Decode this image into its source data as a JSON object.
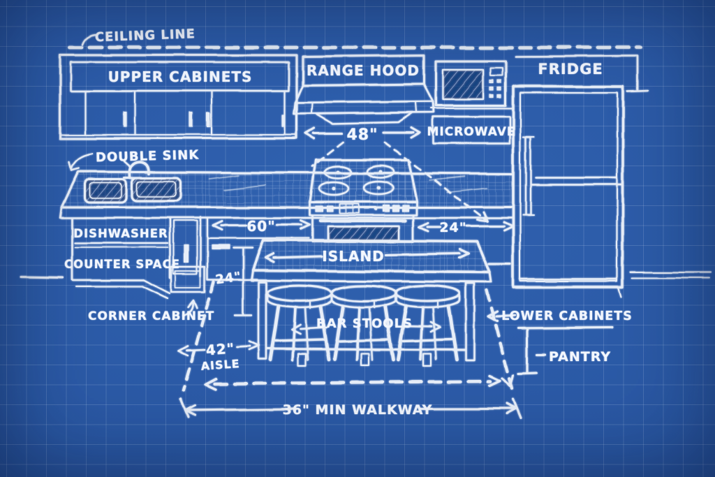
{
  "diagram": {
    "type": "kitchen-blueprint",
    "colors": {
      "paper_blue": "#2a58a4",
      "ink_white": "#eef3fb"
    },
    "labels": {
      "ceiling_line": "CEILING LINE",
      "upper_cabinets": "UPPER CABINETS",
      "range_hood": "RANGE HOOD",
      "microwave": "MICROWAVE",
      "fridge": "FRIDGE",
      "double_sink": "DOUBLE SINK",
      "dishwasher": "DISHWASHER",
      "counter_space": "COUNTER SPACE",
      "corner_cabinet": "CORNER CABINET",
      "island": "ISLAND",
      "bar_stools": "BAR STOOLS",
      "lower_cabinets": "LOWER CABINETS",
      "pantry": "PANTRY",
      "aisle": "AISLE"
    },
    "dimensions": {
      "range_hood_width": "48\"",
      "counter_left_run": "60\"",
      "stove_to_fridge": "24\"",
      "island_clearance": "24\"",
      "aisle_width": "42\"",
      "min_walkway": "36\" MIN WALKWAY"
    }
  }
}
